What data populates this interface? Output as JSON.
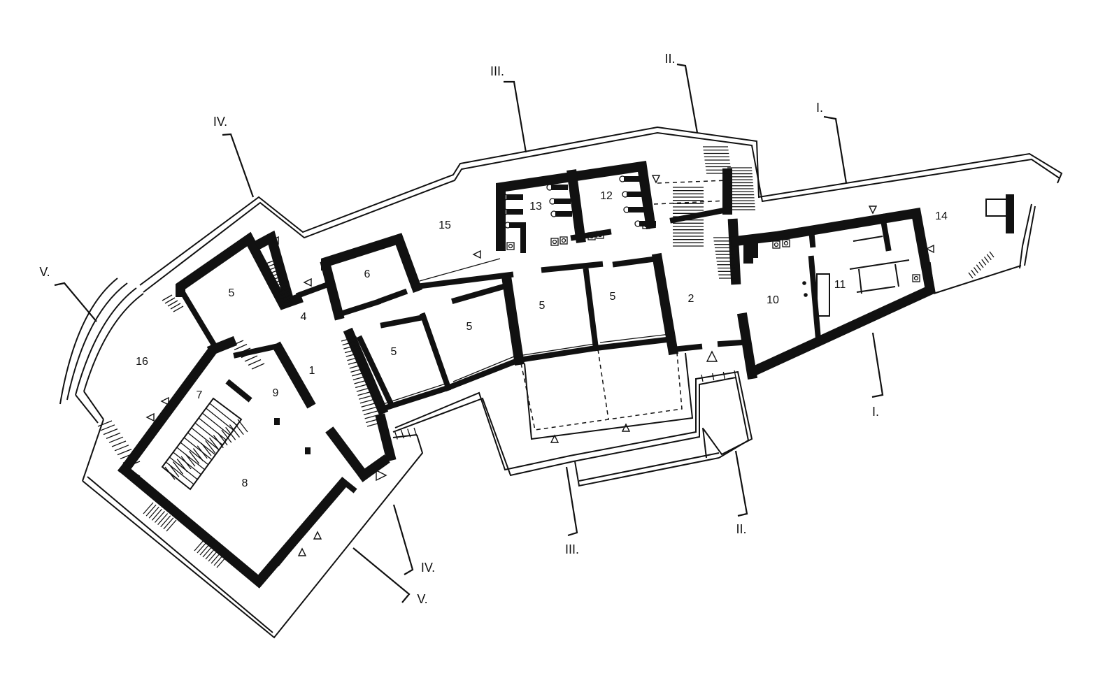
{
  "rooms": [
    {
      "id": "r1",
      "label": "1"
    },
    {
      "id": "r2",
      "label": "2"
    },
    {
      "id": "r4",
      "label": "4"
    },
    {
      "id": "r5a",
      "label": "5"
    },
    {
      "id": "r5b",
      "label": "5"
    },
    {
      "id": "r5c",
      "label": "5"
    },
    {
      "id": "r5d",
      "label": "5"
    },
    {
      "id": "r5e",
      "label": "5"
    },
    {
      "id": "r6",
      "label": "6"
    },
    {
      "id": "r7",
      "label": "7"
    },
    {
      "id": "r8",
      "label": "8"
    },
    {
      "id": "r9",
      "label": "9"
    },
    {
      "id": "r10",
      "label": "10"
    },
    {
      "id": "r11",
      "label": "11"
    },
    {
      "id": "r12",
      "label": "12"
    },
    {
      "id": "r13",
      "label": "13"
    },
    {
      "id": "r14",
      "label": "14"
    },
    {
      "id": "r15",
      "label": "15"
    },
    {
      "id": "r16",
      "label": "16"
    }
  ],
  "sections": [
    {
      "id": "s1a",
      "label": "I."
    },
    {
      "id": "s1b",
      "label": "I."
    },
    {
      "id": "s2a",
      "label": "II."
    },
    {
      "id": "s2b",
      "label": "II."
    },
    {
      "id": "s3a",
      "label": "III."
    },
    {
      "id": "s3b",
      "label": "III."
    },
    {
      "id": "s4a",
      "label": "IV."
    },
    {
      "id": "s4b",
      "label": "IV."
    },
    {
      "id": "s5a",
      "label": "V."
    },
    {
      "id": "s5b",
      "label": "V."
    }
  ]
}
